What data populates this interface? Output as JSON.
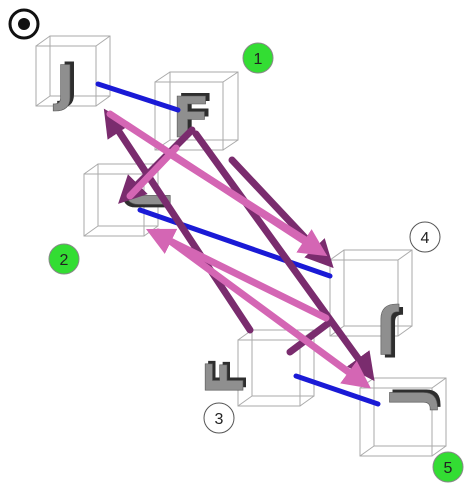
{
  "colors": {
    "badge_green": "#33dd33",
    "badge_white": "#ffffff",
    "link_blue": "#1a1ad6",
    "arrow_purple": "#7a2c6e",
    "arrow_pink": "#d466b4",
    "cube_edge": "#aaaaaa",
    "glyph_face": "#8f8f8f",
    "glyph_side": "#2e2e2e"
  },
  "icons": {
    "start": "radio-selected-icon"
  },
  "letters": {
    "cube_1": "J",
    "cube_2": "F",
    "cube_3": "J",
    "cube_4": "J",
    "cube_5": "F",
    "cube_6": "J"
  },
  "badges": {
    "b1": "1",
    "b2": "2",
    "b3": "3",
    "b4": "4",
    "b5": "5"
  }
}
